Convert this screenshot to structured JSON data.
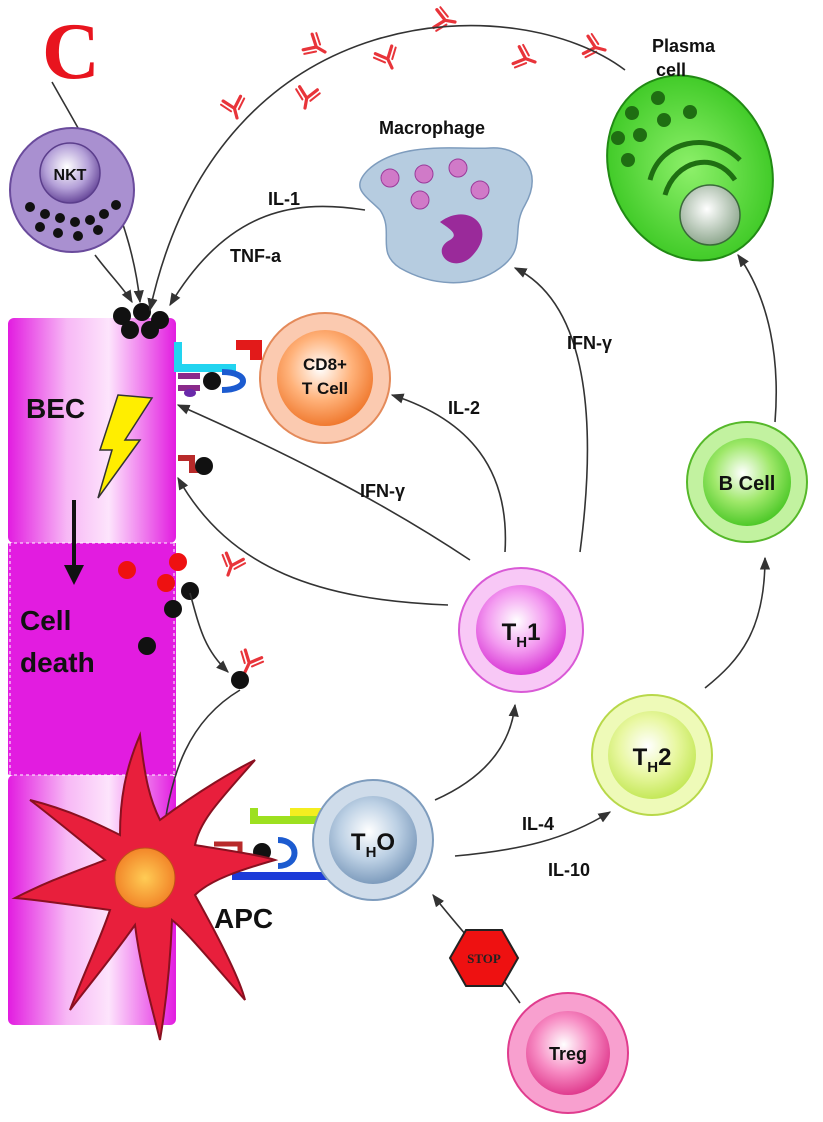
{
  "panel_letter": "C",
  "colors": {
    "panel_letter": "#e8141e",
    "bec_tissue": "#e21ce0",
    "antibody": "#e8343a",
    "lightning": "#ffee00"
  },
  "labels": {
    "bec": "BEC",
    "cell_death_1": "Cell",
    "cell_death_2": "death",
    "apc": "APC",
    "macrophage": "Macrophage",
    "plasma_1": "Plasma",
    "plasma_2": "cell",
    "il1": "IL-1",
    "tnfa": "TNF-a",
    "il2": "IL-2",
    "ifng_1": "IFN-γ",
    "ifng_2": "IFN-γ",
    "il4": "IL-4",
    "il10": "IL-10",
    "stop": "STOP"
  },
  "cells": {
    "nkt": "NKT",
    "cd8_1": "CD8+",
    "cd8_2": "T Cell",
    "bcell": "B Cell",
    "th1_main": "T",
    "th1_sub": "H",
    "th1_tail": "1",
    "th2_main": "T",
    "th2_sub": "H",
    "th2_tail": "2",
    "th0_main": "T",
    "th0_sub": "H",
    "th0_tail": "O",
    "treg": "Treg"
  }
}
